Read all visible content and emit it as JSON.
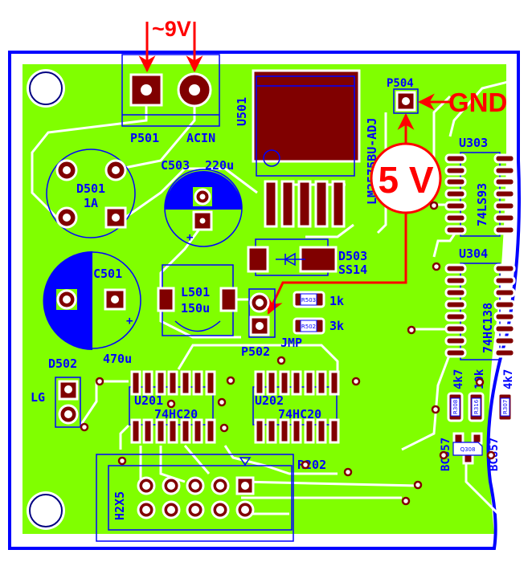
{
  "annotations": {
    "input_voltage": "~9V",
    "ground": "GND",
    "output_voltage": "5 V"
  },
  "components": {
    "p501": {
      "ref": "P501",
      "value": "ACIN"
    },
    "u501": {
      "ref": "U501",
      "value": "LM2575BU-ADJ"
    },
    "p504": {
      "ref": "P504"
    },
    "d501": {
      "ref": "D501",
      "value": "1A"
    },
    "c503": {
      "ref": "C503",
      "value": "220u"
    },
    "c501": {
      "ref": "C501",
      "value": "470u"
    },
    "l501": {
      "ref": "L501",
      "value": "150u"
    },
    "d503": {
      "ref": "D503",
      "value": "SS14"
    },
    "p502": {
      "ref": "P502",
      "value": "JMP"
    },
    "r503": {
      "ref": "R503",
      "value": "1k"
    },
    "r502": {
      "ref": "R502",
      "value": "3k"
    },
    "d502": {
      "ref": "D502",
      "value": "LG"
    },
    "u201": {
      "ref": "U201",
      "value": "74HC20"
    },
    "u202": {
      "ref": "U202",
      "value": "74HC20"
    },
    "h2x5": {
      "ref": "R202",
      "value": "H2X5"
    },
    "u303": {
      "ref": "U303",
      "value": "74LS93"
    },
    "u304": {
      "ref": "U304",
      "value": "74HC138"
    },
    "r308": {
      "ref": "R308",
      "value": "4k7"
    },
    "r316": {
      "ref": "R316",
      "value": "10k"
    },
    "r307": {
      "ref": "R307",
      "value": "4k7"
    },
    "q308": {
      "ref": "Q308",
      "value": "BC857"
    },
    "q308b": {
      "value": "BC857"
    }
  },
  "colors": {
    "copper": "#80ff00",
    "pad": "#800000",
    "silk": "#0000ff",
    "annotation": "#ff0000"
  }
}
